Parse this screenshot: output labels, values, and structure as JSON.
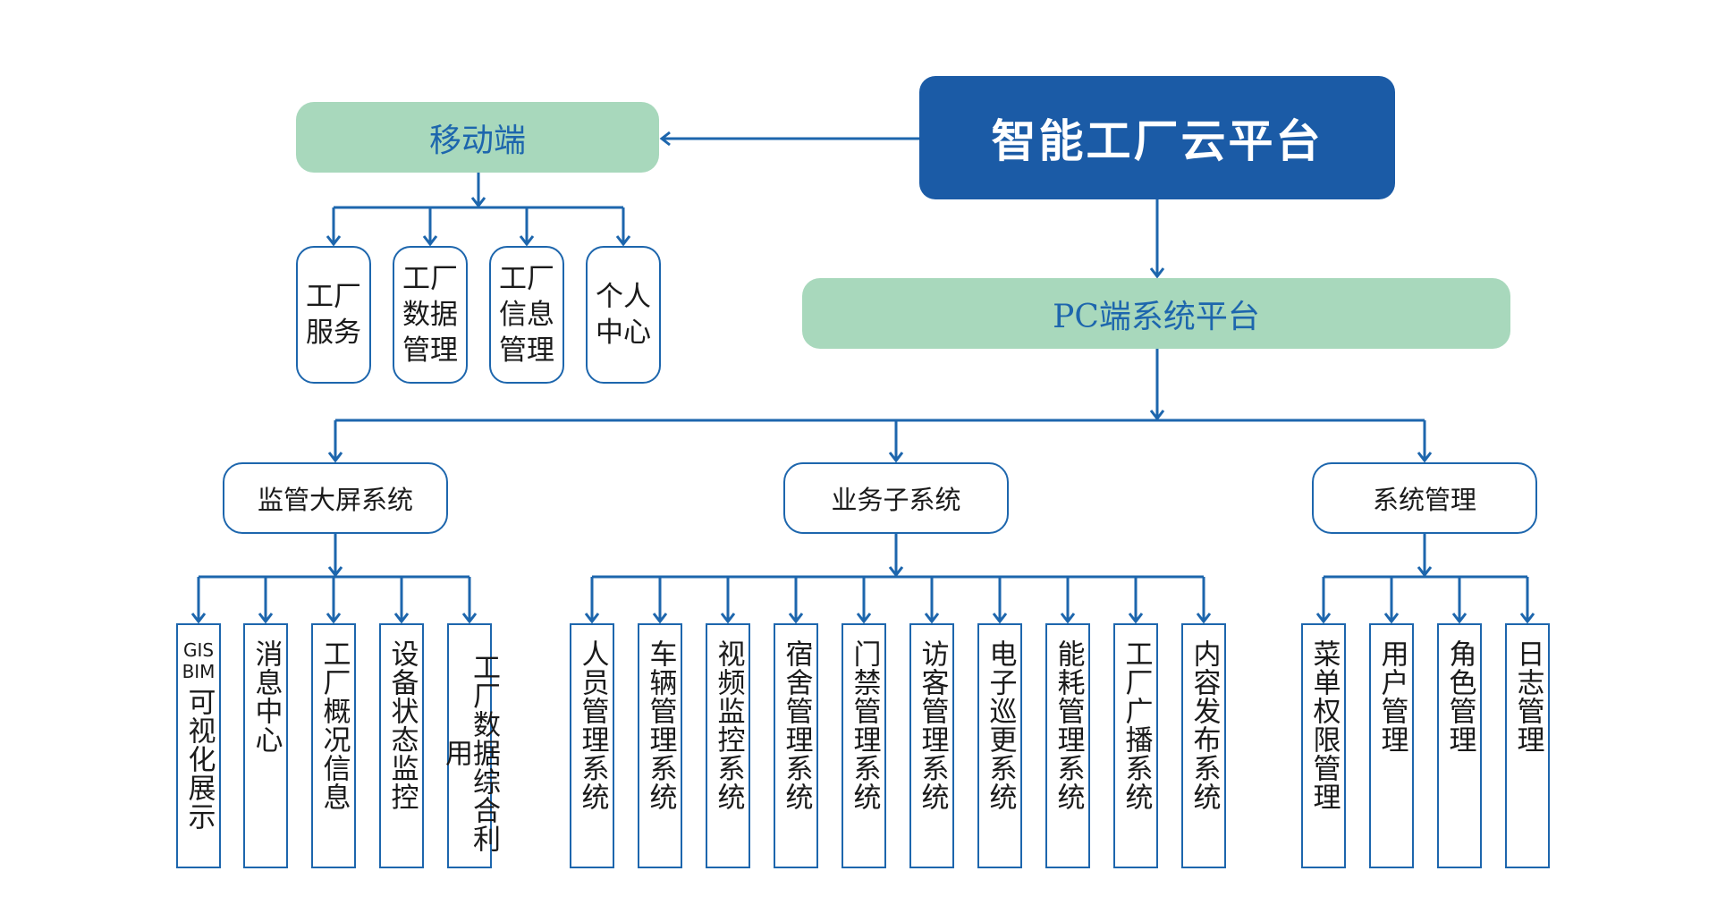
{
  "root": {
    "title": "智能工厂云平台"
  },
  "mobile": {
    "title": "移动端",
    "items": [
      {
        "lines": [
          "工厂",
          "服务"
        ]
      },
      {
        "lines": [
          "工厂",
          "数据",
          "管理"
        ]
      },
      {
        "lines": [
          "工厂",
          "信息",
          "管理"
        ]
      },
      {
        "lines": [
          "个人",
          "中心"
        ]
      }
    ]
  },
  "pc": {
    "title": "PC端系统平台",
    "groups": [
      {
        "title": "监管大屏系统",
        "leaves": [
          {
            "code": "GIS BIM",
            "text": "可视化展示"
          },
          {
            "text": "消息中心"
          },
          {
            "text": "工厂概况信息"
          },
          {
            "text": "设备状态监控"
          },
          {
            "text": "工厂数据综合利用"
          }
        ]
      },
      {
        "title": "业务子系统",
        "leaves": [
          {
            "text": "人员管理系统"
          },
          {
            "text": "车辆管理系统"
          },
          {
            "text": "视频监控系统"
          },
          {
            "text": "宿舍管理系统"
          },
          {
            "text": "门禁管理系统"
          },
          {
            "text": "访客管理系统"
          },
          {
            "text": "电子巡更系统"
          },
          {
            "text": "能耗管理系统"
          },
          {
            "text": "工厂广播系统"
          },
          {
            "text": "内容发布系统"
          }
        ]
      },
      {
        "title": "系统管理",
        "leaves": [
          {
            "text": "菜单权限管理"
          },
          {
            "text": "用户管理"
          },
          {
            "text": "角色管理"
          },
          {
            "text": "日志管理"
          }
        ]
      }
    ]
  },
  "colors": {
    "primary": "#1b5ba6",
    "line": "#1d66ad",
    "green": "#a8d8bc"
  }
}
